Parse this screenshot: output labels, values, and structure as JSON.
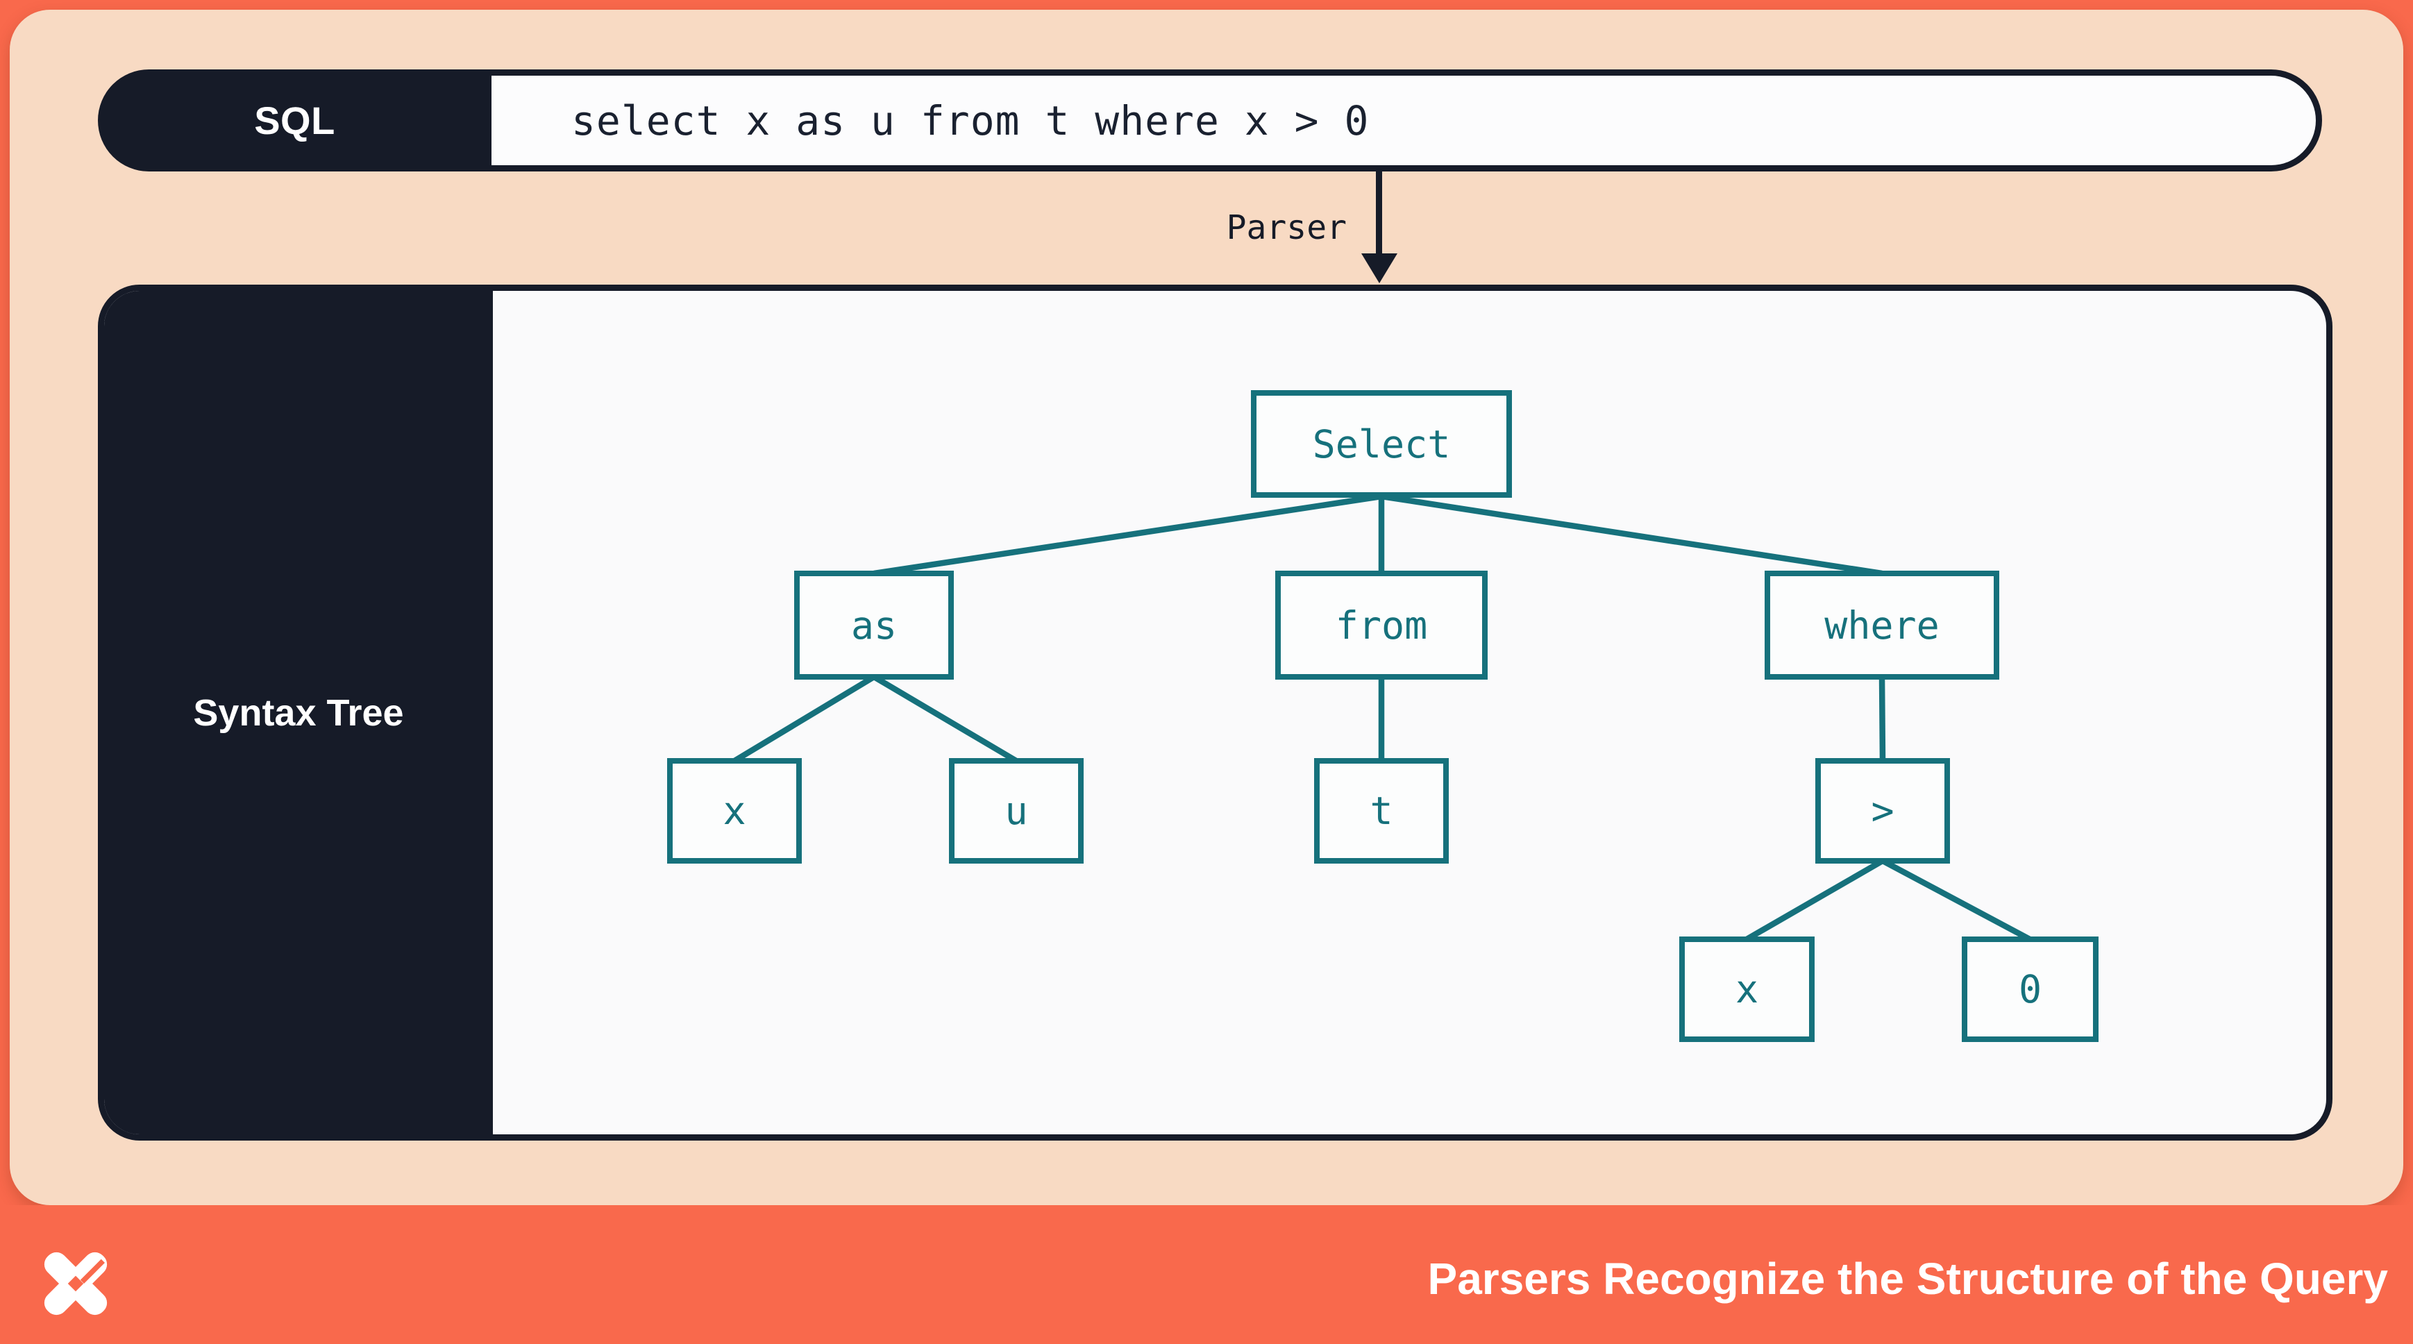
{
  "sql_bar": {
    "label": "SQL",
    "code": "select x as u from t where x > 0"
  },
  "arrow": {
    "label": "Parser"
  },
  "tree_panel": {
    "label": "Syntax Tree"
  },
  "tree": {
    "nodes": {
      "select": {
        "label": "Select"
      },
      "as": {
        "label": "as"
      },
      "from": {
        "label": "from"
      },
      "where": {
        "label": "where"
      },
      "x1": {
        "label": "x"
      },
      "u": {
        "label": "u"
      },
      "t": {
        "label": "t"
      },
      "gt": {
        "label": ">"
      },
      "x2": {
        "label": "x"
      },
      "zero": {
        "label": "0"
      }
    },
    "edges": [
      {
        "from": "select",
        "to": "as"
      },
      {
        "from": "select",
        "to": "from"
      },
      {
        "from": "select",
        "to": "where"
      },
      {
        "from": "as",
        "to": "x1"
      },
      {
        "from": "as",
        "to": "u"
      },
      {
        "from": "from",
        "to": "t"
      },
      {
        "from": "where",
        "to": "gt"
      },
      {
        "from": "gt",
        "to": "x2"
      },
      {
        "from": "gt",
        "to": "zero"
      }
    ]
  },
  "footer": {
    "title": "Parsers Recognize the Structure of the Query",
    "logo": "dbt-logo"
  },
  "colors": {
    "orange": "#F9694C",
    "peach": "#F8DAC3",
    "navy": "#161B28",
    "teal": "#16717C",
    "offwhite": "#FAFAFB",
    "white": "#FFFFFF"
  }
}
